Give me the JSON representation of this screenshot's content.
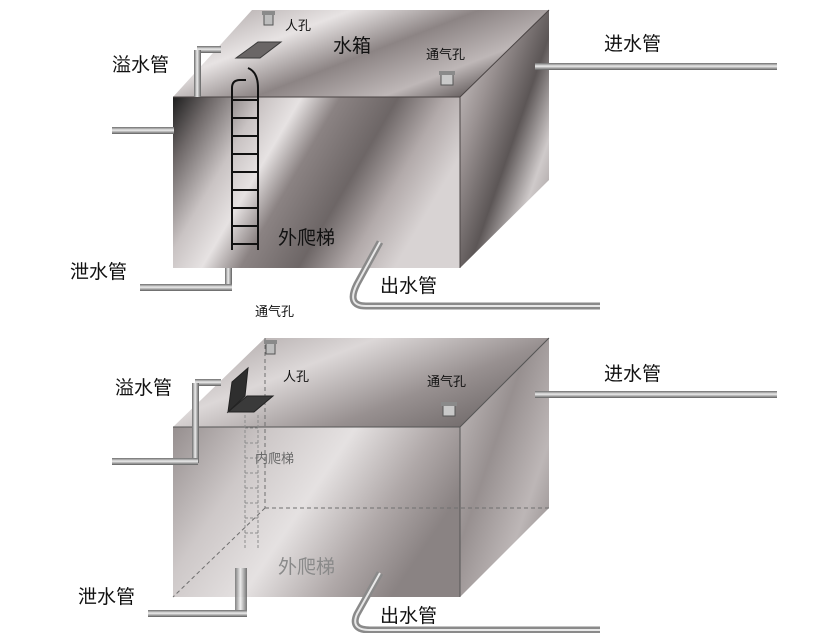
{
  "top_tank": {
    "label_tank": "水箱",
    "label_manhole": "人孔",
    "label_vent_top": "通气孔",
    "label_inlet": "进水管",
    "label_overflow": "溢水管",
    "label_ladder_outer": "外爬梯",
    "label_drain": "泄水管",
    "label_outlet": "出水管",
    "label_vent_bottom": "通气孔"
  },
  "bottom_tank": {
    "label_manhole": "人孔",
    "label_vent": "通气孔",
    "label_inlet": "进水管",
    "label_overflow": "溢水管",
    "label_ladder_inner": "内爬梯",
    "label_ladder_outer": "外爬梯",
    "label_drain": "泄水管",
    "label_outlet": "出水管"
  },
  "colors": {
    "steel_dark": "#2a2a2a",
    "steel_mid": "#8e8686",
    "steel_light": "#e8e4e4",
    "pipe": "#9a9a9a"
  }
}
